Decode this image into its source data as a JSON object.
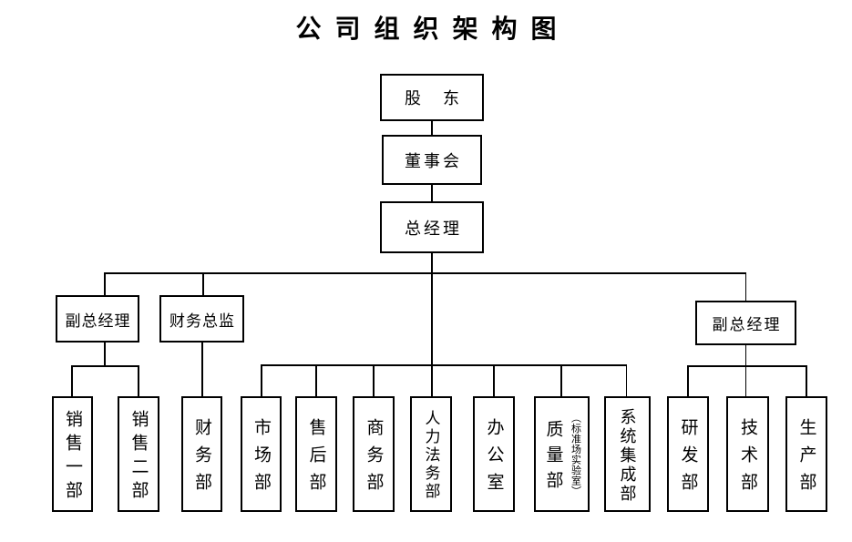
{
  "title": "公司组织架构图",
  "org": {
    "shareholders": "股　东",
    "board": "董事会",
    "general_manager": "总经理",
    "deputy_gm_left": "副总经理",
    "finance_director": "财务总监",
    "deputy_gm_right": "副总经理",
    "sales_dept_1": "销售一部",
    "sales_dept_2": "销售二部",
    "finance_dept": "财务部",
    "marketing_dept": "市场部",
    "aftersales_dept": "售后部",
    "commerce_dept": "商务部",
    "hr_legal_dept": "人力法务部",
    "office": "办公室",
    "quality_dept": "质量部",
    "quality_dept_note": "（标准场实验室）",
    "system_integration_dept": "系统集成部",
    "rd_dept": "研发部",
    "tech_dept": "技术部",
    "production_dept": "生产部"
  },
  "colors": {
    "line": "#000000",
    "background": "#ffffff",
    "text": "#000000"
  }
}
